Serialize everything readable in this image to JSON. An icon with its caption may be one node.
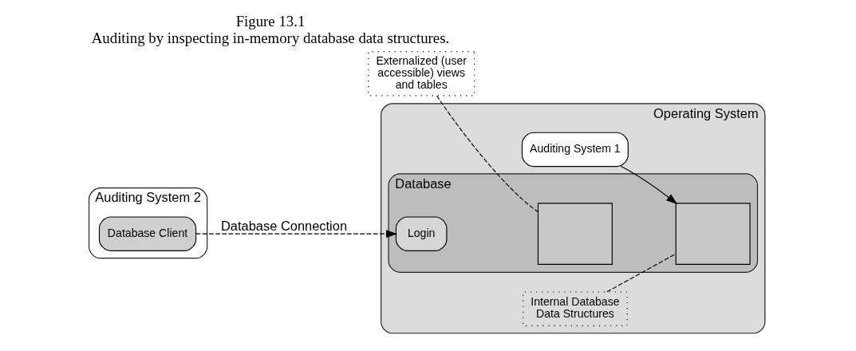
{
  "diagram": {
    "title": "Figure 13.1",
    "caption": "Auditing by inspecting in-memory database data structures.",
    "nodes": [
      {
        "text": [
          "Operating System"
        ]
      },
      {
        "text": [
          "Database"
        ],
        "in": 0
      },
      {
        "text": [
          "Login"
        ],
        "in": 1
      },
      {
        "text": [],
        "shape": "box",
        "in": 1
      },
      {
        "text": [],
        "shape": "box",
        "in": 1
      },
      {
        "text": [
          "Auditing System 1"
        ],
        "in": 0
      },
      {
        "text": [
          "Auditing System 2"
        ]
      },
      {
        "text": [
          "Database Client"
        ],
        "in": 6
      },
      {
        "text": [
          "Externalized (user accessible) views and tables"
        ]
      },
      {
        "text": [
          "Internal Database Data Structures"
        ],
        "in": 0
      }
    ],
    "edges": [
      {
        "from": 7,
        "to": 2,
        "arrow": "to",
        "label": "Database Connection",
        "style": "dashed"
      },
      {
        "from": 8,
        "to": 3,
        "arrow": "none",
        "style": "dashed"
      },
      {
        "from": 9,
        "to": 4,
        "arrow": "none",
        "style": "dashed"
      },
      {
        "from": 5,
        "to": 4,
        "arrow": "to"
      }
    ]
  }
}
